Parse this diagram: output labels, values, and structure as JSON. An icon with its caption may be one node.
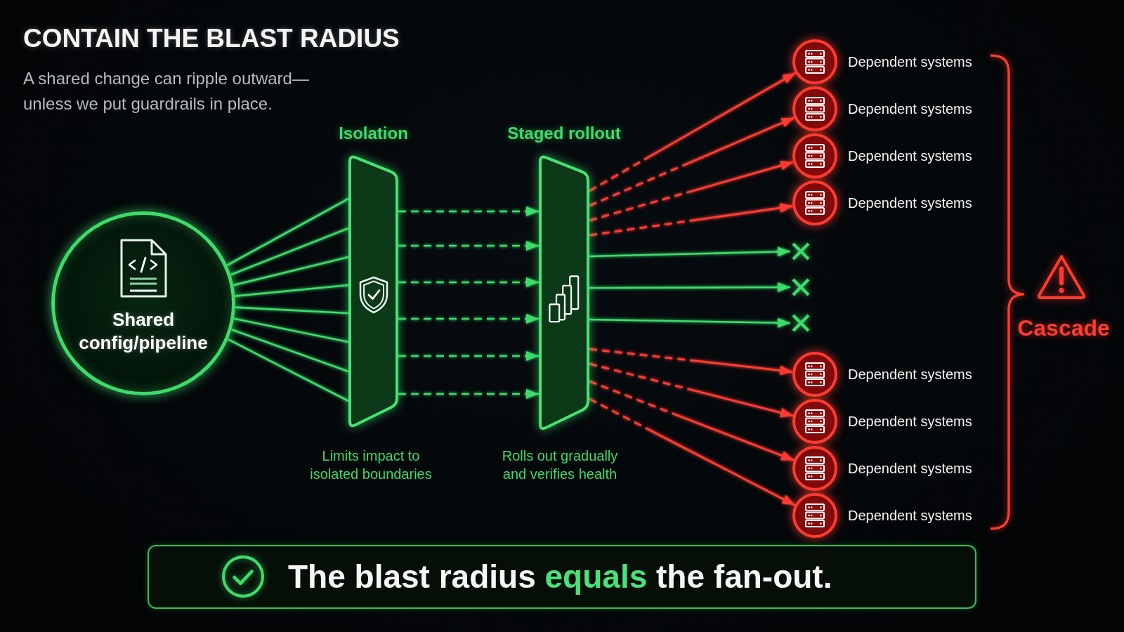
{
  "diagram": {
    "title": "CONTAIN THE BLAST RADIUS",
    "nodes": [
      {
        "text": [
          "Shared config/pipeline"
        ]
      },
      {
        "text": [
          "Isolation"
        ],
        "beside": [
          "Limits impact to isolated boundaries"
        ]
      },
      {
        "text": [
          "Staged rollout"
        ],
        "beside": [
          "Rolls out gradually and verifies health"
        ]
      },
      {
        "text": [],
        "shape": "circle",
        "beside": [
          "Dependent systems"
        ]
      },
      {
        "text": [],
        "shape": "circle",
        "beside": [
          "Dependent systems"
        ]
      },
      {
        "text": [],
        "shape": "circle",
        "beside": [
          "Dependent systems"
        ]
      },
      {
        "text": [],
        "shape": "circle",
        "beside": [
          "Dependent systems"
        ]
      },
      {
        "text": [],
        "shape": "cross"
      },
      {
        "text": [],
        "shape": "cross"
      },
      {
        "text": [],
        "shape": "cross"
      },
      {
        "text": [],
        "shape": "circle",
        "beside": [
          "Dependent systems"
        ]
      },
      {
        "text": [],
        "shape": "circle",
        "beside": [
          "Dependent systems"
        ]
      },
      {
        "text": [],
        "shape": "circle",
        "beside": [
          "Dependent systems"
        ]
      },
      {
        "text": [],
        "shape": "circle",
        "beside": [
          "Dependent systems"
        ]
      },
      {
        "text": [
          "The blast radius **equals** the fan-out."
        ]
      }
    ],
    "edges": [
      {
        "from": 0,
        "to": 1,
        "arrow": "none"
      },
      {
        "from": 0,
        "to": 1,
        "arrow": "none"
      },
      {
        "from": 0,
        "to": 1,
        "arrow": "none"
      },
      {
        "from": 0,
        "to": 1,
        "arrow": "none"
      },
      {
        "from": 0,
        "to": 1,
        "arrow": "none"
      },
      {
        "from": 0,
        "to": 1,
        "arrow": "none"
      },
      {
        "from": 0,
        "to": 1,
        "arrow": "none"
      },
      {
        "from": 0,
        "to": 1,
        "arrow": "none"
      },
      {
        "from": 1,
        "to": 2,
        "arrow": "to",
        "style": "dashed"
      },
      {
        "from": 1,
        "to": 2,
        "arrow": "to",
        "style": "dashed"
      },
      {
        "from": 1,
        "to": 2,
        "arrow": "to",
        "style": "dashed"
      },
      {
        "from": 1,
        "to": 2,
        "arrow": "to",
        "style": "dashed"
      },
      {
        "from": 1,
        "to": 2,
        "arrow": "to",
        "style": "dashed"
      },
      {
        "from": 1,
        "to": 2,
        "arrow": "to",
        "style": "dashed"
      },
      {
        "from": 2,
        "to": 3,
        "arrow": "to",
        "style": "dashed",
        "color": "#ff3b30"
      },
      {
        "from": 2,
        "to": 4,
        "arrow": "to",
        "style": "dashed",
        "color": "#ff3b30"
      },
      {
        "from": 2,
        "to": 5,
        "arrow": "to",
        "style": "dashed",
        "color": "#ff3b30"
      },
      {
        "from": 2,
        "to": 6,
        "arrow": "to",
        "style": "dashed",
        "color": "#ff3b30"
      },
      {
        "from": 2,
        "to": 7,
        "arrow": "to"
      },
      {
        "from": 2,
        "to": 8,
        "arrow": "to"
      },
      {
        "from": 2,
        "to": 9,
        "arrow": "to"
      },
      {
        "from": 2,
        "to": 10,
        "arrow": "to",
        "style": "dashed",
        "color": "#ff3b30"
      },
      {
        "from": 2,
        "to": 11,
        "arrow": "to",
        "style": "dashed",
        "color": "#ff3b30"
      },
      {
        "from": 2,
        "to": 12,
        "arrow": "to",
        "style": "dashed",
        "color": "#ff3b30"
      },
      {
        "from": 2,
        "to": 13,
        "arrow": "to",
        "style": "dashed",
        "color": "#ff3b30"
      }
    ],
    "labels": [
      "A shared change can ripple outward— unless we put guardrails in place.",
      "Cascade"
    ]
  }
}
